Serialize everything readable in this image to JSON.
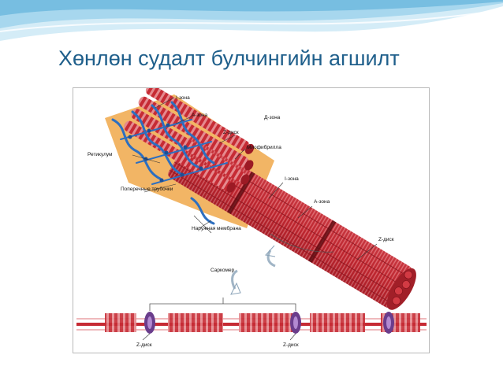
{
  "slide": {
    "title": "Хөнлөн судалт булчингийн агшилт"
  },
  "colors": {
    "title": "#1f5f8b",
    "wave_light": "#d4ecf7",
    "wave_mid": "#9fd3ec",
    "fiber_red": "#c62b34",
    "fiber_dark": "#8c1620",
    "fiber_stripe": "#e58a8f",
    "reticulum_blue": "#2d6fc0",
    "membrane_orange": "#f0a84a",
    "disc_purple": "#6a3d8c"
  },
  "figure": {
    "labels": {
      "i_zone_top": "I-зона",
      "a_zone_top": "A-зона",
      "h_zone": "Д-зона",
      "z_disc_top": "Z-диск",
      "myofibril": "Миофибрилла",
      "reticulum": "Ретикулум",
      "transverse_tubules": "Поперечные трубочки",
      "outer_membrane": "Наружная мембрана",
      "i_zone_right": "I-зона",
      "a_zone_right": "А-зона",
      "z_disc_right": "Z-диск",
      "sarcomere": "Саркомер",
      "z_disc_bottom_left": "Z-диск",
      "z_disc_bottom_right": "Z-диск"
    }
  }
}
